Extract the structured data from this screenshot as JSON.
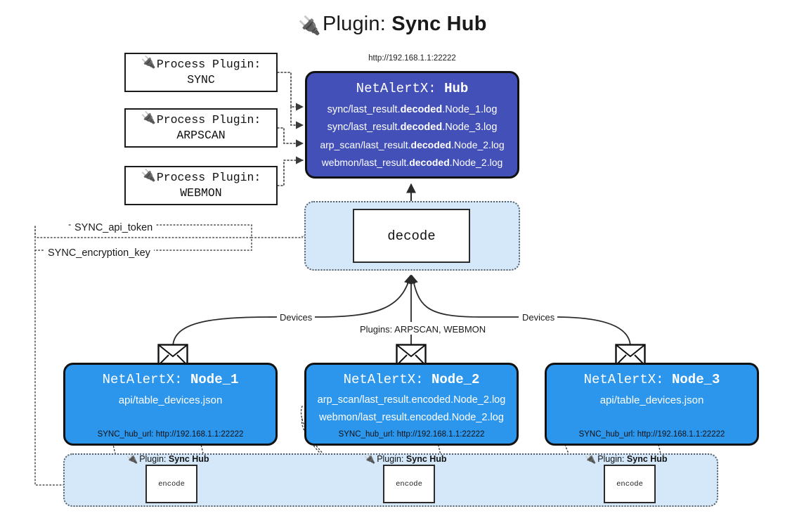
{
  "title": {
    "icon": "plug-icon",
    "prefix": "Plugin:",
    "name": "Sync Hub"
  },
  "hub": {
    "url_caption": "http://192.168.1.1:22222",
    "title_prefix": "NetAlertX:",
    "title_name": "Hub",
    "color": "#4350b8",
    "logs": [
      {
        "pre": "sync/last_result.",
        "mid": "decoded",
        "post": ".Node_1.log"
      },
      {
        "pre": "sync/last_result.",
        "mid": "decoded",
        "post": ".Node_3.log"
      },
      {
        "pre": "arp_scan/last_result.",
        "mid": "decoded",
        "post": ".Node_2.log"
      },
      {
        "pre": "webmon/last_result.",
        "mid": "decoded",
        "post": ".Node_2.log"
      }
    ]
  },
  "process_plugins": [
    {
      "icon": "plug-icon",
      "line1": "Process Plugin:",
      "line2": "SYNC"
    },
    {
      "icon": "plug-icon",
      "line1": "Process Plugin:",
      "line2": "ARPSCAN"
    },
    {
      "icon": "plug-icon",
      "line1": "Process Plugin:",
      "line2": "WEBMON"
    }
  ],
  "decode": {
    "label": "decode",
    "container_color": "#d4e8fa"
  },
  "secrets": [
    {
      "label": "SYNC_api_token"
    },
    {
      "label": "SYNC_encryption_key"
    }
  ],
  "edge_labels": {
    "devices_left": "Devices",
    "devices_right": "Devices",
    "plugins_center": "Plugins: ARPSCAN, WEBMON"
  },
  "nodes": [
    {
      "title_prefix": "NetAlertX:",
      "title_name": "Node_1",
      "color": "#2c96ed",
      "lines": [
        "api/table_devices.json"
      ],
      "footer": "SYNC_hub_url: http://192.168.1.1:22222"
    },
    {
      "title_prefix": "NetAlertX:",
      "title_name": "Node_2",
      "color": "#2c96ed",
      "lines": [
        "arp_scan/last_result.encoded.Node_2.log",
        "webmon/last_result.encoded.Node_2.log"
      ],
      "footer": "SYNC_hub_url: http://192.168.1.1:22222"
    },
    {
      "title_prefix": "NetAlertX:",
      "title_name": "Node_3",
      "color": "#2c96ed",
      "lines": [
        "api/table_devices.json"
      ],
      "footer": "SYNC_hub_url: http://192.168.1.1:22222"
    }
  ],
  "encoders": [
    {
      "caption_prefix": "Plugin:",
      "caption_name": "Sync Hub",
      "label": "encode"
    },
    {
      "caption_prefix": "Plugin:",
      "caption_name": "Sync Hub",
      "label": "encode"
    },
    {
      "caption_prefix": "Plugin:",
      "caption_name": "Sync Hub",
      "label": "encode"
    }
  ],
  "icons": {
    "plug": "🔌",
    "envelope": "envelope-icon"
  }
}
